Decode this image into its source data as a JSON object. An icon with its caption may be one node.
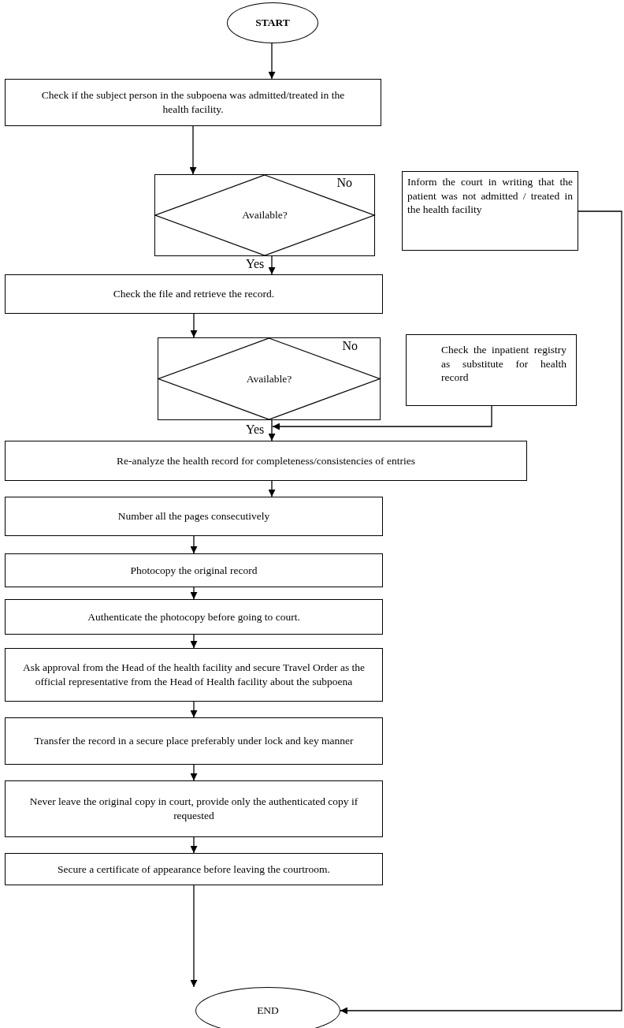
{
  "diagram": {
    "nodes": [
      {
        "text": [
          "START"
        ]
      },
      {
        "text": [
          "Check if the subject person in the subpoena was admitted/treated in the health facility."
        ]
      },
      {
        "text": [
          "Available?",
          "No"
        ]
      },
      {
        "text": [
          "Inform the court in writing that the patient was not admitted / treated in the health facility"
        ]
      },
      {
        "text": [
          "Check the file and retrieve the record."
        ]
      },
      {
        "text": [
          "Available?",
          "No"
        ]
      },
      {
        "text": [
          "Check the inpatient registry as substitute for health record"
        ]
      },
      {
        "text": [
          "Re-analyze the health record for completeness/consistencies of entries"
        ]
      },
      {
        "text": [
          "Number all the pages consecutively"
        ]
      },
      {
        "text": [
          "Photocopy the original record"
        ]
      },
      {
        "text": [
          "Authenticate the photocopy before going to court."
        ]
      },
      {
        "text": [
          "Ask approval from the Head of the health facility and secure Travel Order as the official representative from the Head of Health facility about the subpoena"
        ]
      },
      {
        "text": [
          "Transfer the record in a secure place preferably under lock and key manner"
        ]
      },
      {
        "text": [
          "Never leave the original copy in court, provide only the authenticated copy if requested"
        ]
      },
      {
        "text": [
          "Secure a certificate of appearance before leaving the courtroom."
        ]
      },
      {
        "text": [
          "END"
        ]
      }
    ],
    "edges": [
      {
        "from": 0,
        "to": 1,
        "arrow": "to"
      },
      {
        "from": 1,
        "to": 2,
        "arrow": "to"
      },
      {
        "from": 2,
        "to": 4,
        "arrow": "to",
        "label": "Yes"
      },
      {
        "from": 3,
        "to": 15,
        "arrow": "to"
      },
      {
        "from": 4,
        "to": 5,
        "arrow": "to"
      },
      {
        "from": 5,
        "to": 7,
        "arrow": "to",
        "label": "Yes"
      },
      {
        "from": 6,
        "to": 7,
        "arrow": "to"
      },
      {
        "from": 7,
        "to": 8,
        "arrow": "to"
      },
      {
        "from": 8,
        "to": 9,
        "arrow": "to"
      },
      {
        "from": 9,
        "to": 10,
        "arrow": "to"
      },
      {
        "from": 10,
        "to": 11,
        "arrow": "to"
      },
      {
        "from": 11,
        "to": 12,
        "arrow": "to"
      },
      {
        "from": 12,
        "to": 13,
        "arrow": "to"
      },
      {
        "from": 13,
        "to": 14,
        "arrow": "to"
      },
      {
        "from": 14,
        "to": 15,
        "arrow": "to"
      }
    ]
  }
}
